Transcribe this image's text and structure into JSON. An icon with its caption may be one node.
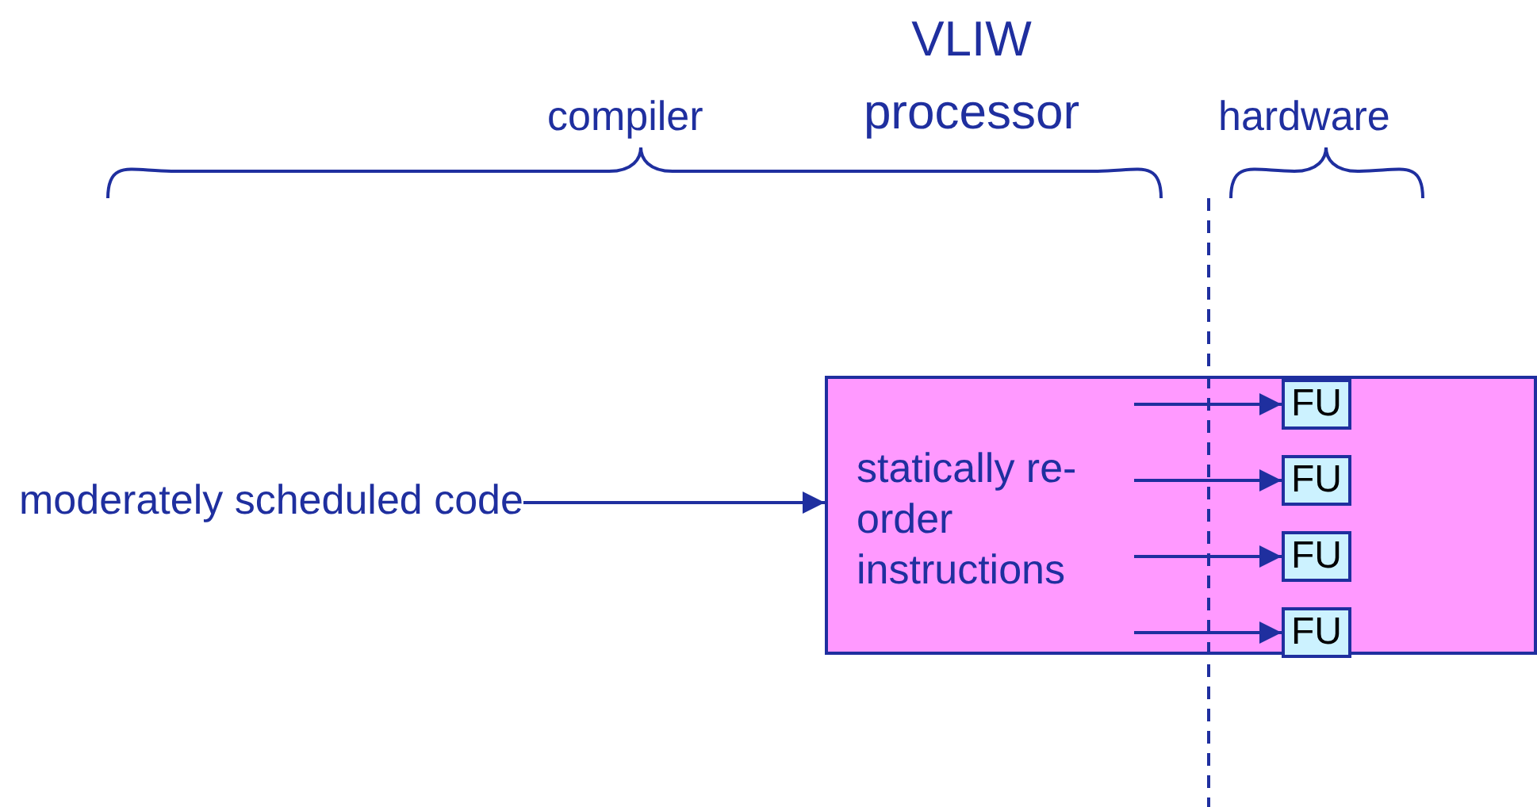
{
  "diagram": {
    "title": "VLIW processor",
    "nodes": [
      {
        "text": [
          "moderately scheduled code"
        ]
      },
      {
        "text": [
          "statically re-order instructions"
        ]
      },
      {
        "text": [
          "FU"
        ],
        "in": 1
      },
      {
        "text": [
          "FU"
        ],
        "in": 1
      },
      {
        "text": [
          "FU"
        ],
        "in": 1
      },
      {
        "text": [
          "FU"
        ],
        "in": 1
      }
    ],
    "edges": [
      {
        "from": 0,
        "to": 1,
        "arrow": "to"
      },
      {
        "from": null,
        "to": 2,
        "arrow": "to"
      },
      {
        "from": null,
        "to": 3,
        "arrow": "to"
      },
      {
        "from": null,
        "to": 4,
        "arrow": "to"
      },
      {
        "from": null,
        "to": 5,
        "arrow": "to"
      }
    ],
    "labels": [
      "compiler",
      "hardware"
    ]
  }
}
